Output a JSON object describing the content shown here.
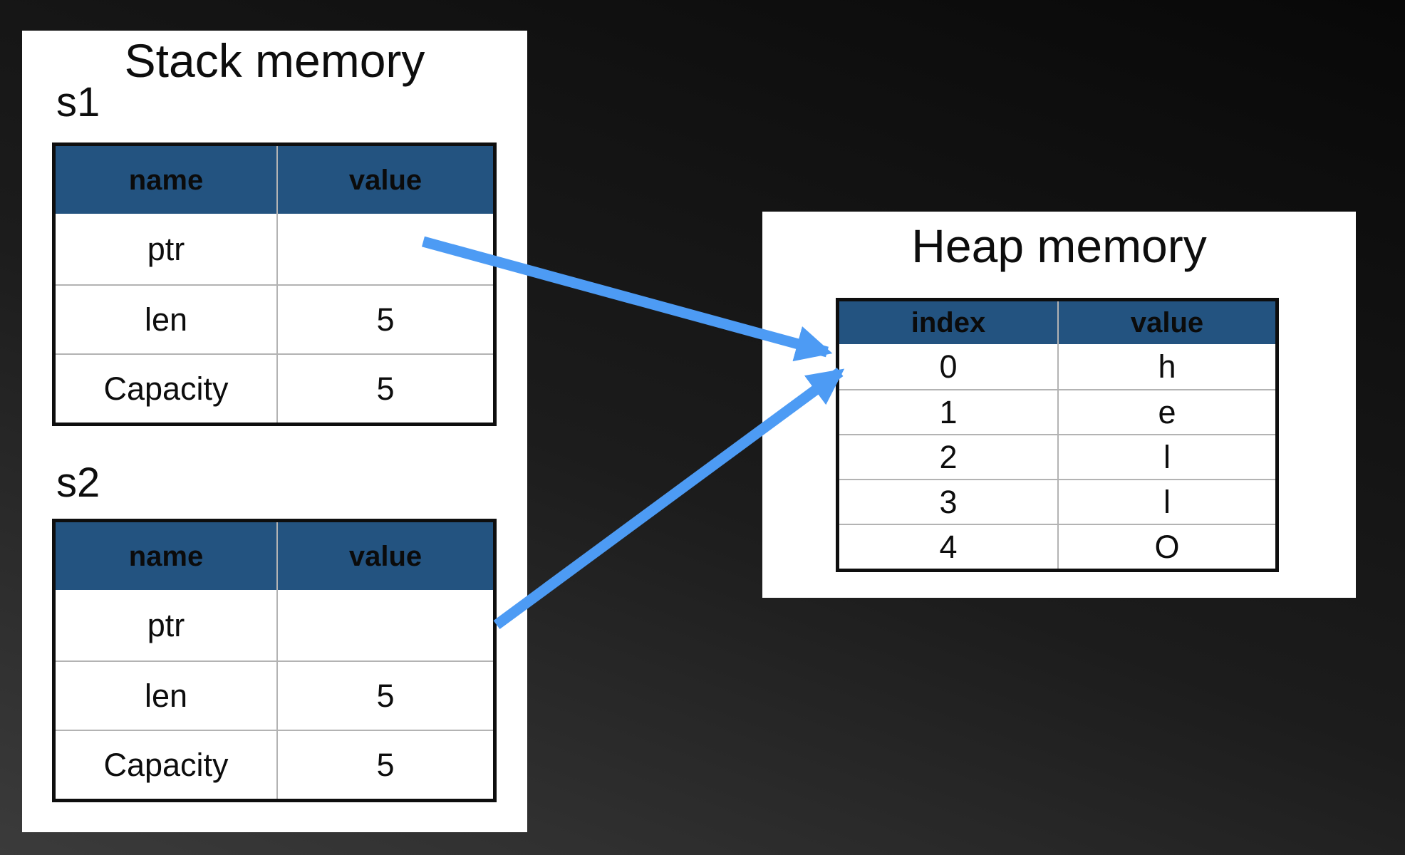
{
  "colors": {
    "canvas_top": "#080808",
    "canvas_bottom": "#3b3b3b",
    "panel": "#ffffff",
    "header_blue": "#235380",
    "border_black": "#0e0e0e",
    "divider_gray": "#b3b3b3",
    "arrow_blue": "#4d9bf4",
    "text": "#111111"
  },
  "stack_panel": {
    "title": "Stack memory",
    "tables": [
      {
        "label": "s1",
        "col1": "name",
        "col2": "value",
        "rows": [
          {
            "name": "ptr",
            "value": ""
          },
          {
            "name": "len",
            "value": "5"
          },
          {
            "name": "Capacity",
            "value": "5"
          }
        ]
      },
      {
        "label": "s2",
        "col1": "name",
        "col2": "value",
        "rows": [
          {
            "name": "ptr",
            "value": ""
          },
          {
            "name": "len",
            "value": "5"
          },
          {
            "name": "Capacity",
            "value": "5"
          }
        ]
      }
    ]
  },
  "heap_panel": {
    "title": "Heap memory",
    "table": {
      "col1": "index",
      "col2": "value",
      "rows": [
        {
          "index": "0",
          "value": "h"
        },
        {
          "index": "1",
          "value": "e"
        },
        {
          "index": "2",
          "value": "l"
        },
        {
          "index": "3",
          "value": "l"
        },
        {
          "index": "4",
          "value": "O"
        }
      ]
    }
  },
  "arrows": [
    {
      "from": "s1.ptr.value",
      "to": "heap.row-0"
    },
    {
      "from": "s2.ptr.value",
      "to": "heap.row-0"
    }
  ]
}
